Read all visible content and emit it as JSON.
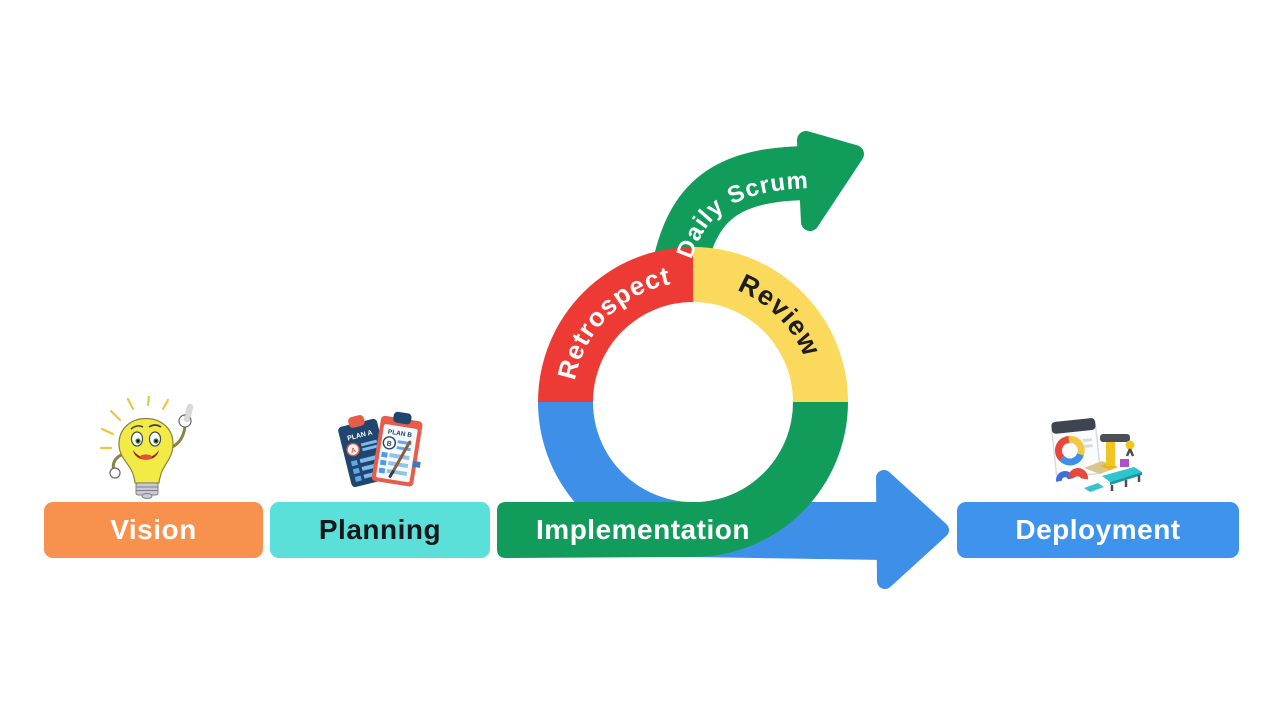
{
  "stages": [
    {
      "label": "Vision",
      "color": "#F7914D",
      "text_color": "#FFFFFF"
    },
    {
      "label": "Planning",
      "color": "#5BDFD9",
      "text_color": "#15181A"
    },
    {
      "label": "Implementation",
      "color": "#129C5B",
      "text_color": "#FFFFFF"
    },
    {
      "label": "Deployment",
      "color": "#3E94EC",
      "text_color": "#FFFFFF"
    }
  ],
  "cycle": {
    "retrospect_label": "Retrospect",
    "review_label": "Review",
    "daily_scrum_label": "Daily Scrum",
    "colors": {
      "red": "#EE3A34",
      "yellow": "#FBD95C",
      "green": "#129C5B",
      "blue": "#3E8FE8"
    }
  },
  "icons": {
    "vision": "lightbulb-character",
    "planning": {
      "name": "plan-clipboards",
      "plan_a_label": "PLAN A",
      "plan_b_label": "PLAN B",
      "badge_a": "A",
      "badge_b": "B"
    },
    "deployment": "automation-analytics-machine"
  }
}
